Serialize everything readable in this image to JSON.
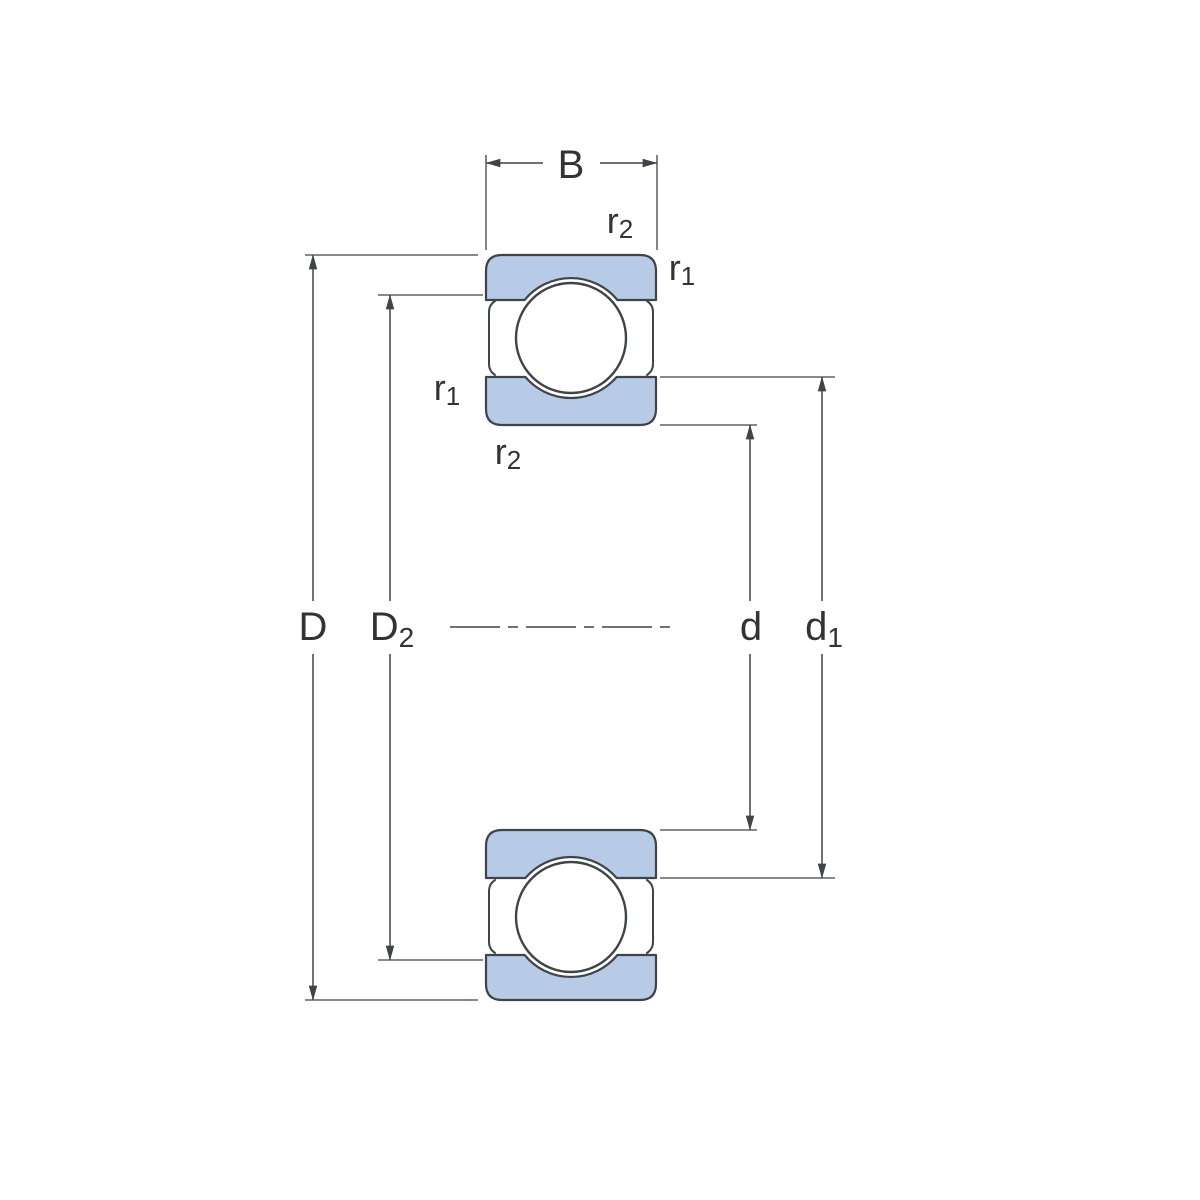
{
  "diagram": {
    "kind": "deep-groove ball bearing cross-section dimension drawing",
    "colors": {
      "ring_fill": "#b7cbe7",
      "outline": "#3f4449",
      "text": "#333333",
      "background": "#ffffff"
    },
    "labels": {
      "width": {
        "base": "B"
      },
      "outer_diameter": {
        "base": "D"
      },
      "recess_diameter": {
        "base": "D",
        "sub": "2"
      },
      "bore_diameter": {
        "base": "d"
      },
      "shoulder_diameter": {
        "base": "d",
        "sub": "1"
      },
      "chamfer_r2_top": {
        "base": "r",
        "sub": "2"
      },
      "chamfer_r1_top": {
        "base": "r",
        "sub": "1"
      },
      "chamfer_r1_side": {
        "base": "r",
        "sub": "1"
      },
      "chamfer_r2_side": {
        "base": "r",
        "sub": "2"
      }
    }
  }
}
